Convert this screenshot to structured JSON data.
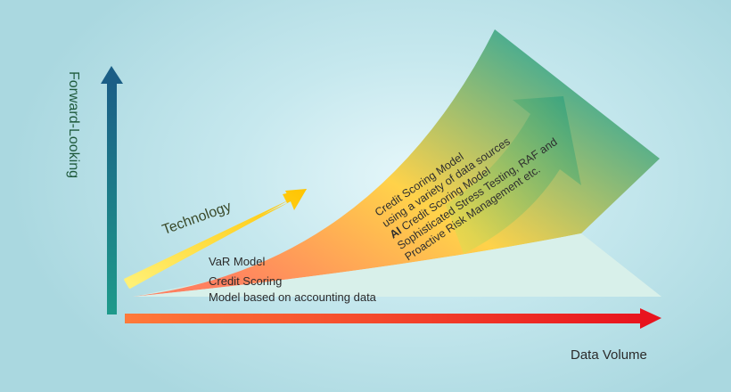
{
  "axes": {
    "y_label": "Forward-Looking",
    "x_label": "Data Volume"
  },
  "technology_label": "Technology",
  "stages": {
    "var_model": "VaR Model",
    "credit_scoring": "Credit Scoring",
    "accounting_model": "Model based on accounting data"
  },
  "advanced": {
    "line1": "Credit Scoring Model",
    "line2": "using a variety of data sources",
    "ai_prefix": "AI",
    "line3_rest": " Credit Scoring Model",
    "line4": "Sophisticated Stress Testing, RAF and",
    "line5": "Proactive Risk Management etc."
  },
  "colors": {
    "y_axis_top": "#1b5e86",
    "y_axis_bottom": "#1e9a8a",
    "x_axis_start": "#ff7a3a",
    "x_axis_end": "#e8141e",
    "wedge_start": "#ff8060",
    "wedge_mid": "#ffd24a",
    "wedge_end": "#2fa79a",
    "tech_arrow_start": "#fff27a",
    "tech_arrow_end": "#ffc400"
  }
}
